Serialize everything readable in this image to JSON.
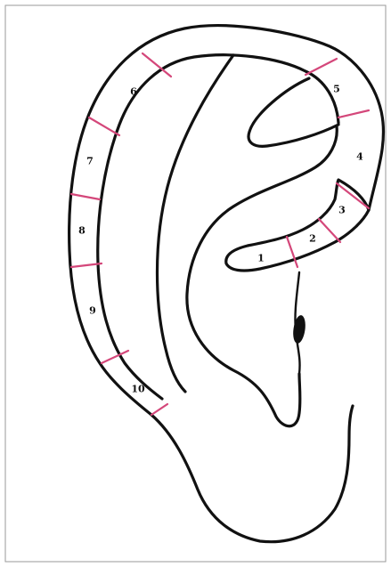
{
  "diagram": {
    "colors": {
      "outline": "#111111",
      "divider": "#d4477a",
      "background": "#ffffff"
    },
    "zones": [
      {
        "label": "1"
      },
      {
        "label": "2"
      },
      {
        "label": "3"
      },
      {
        "label": "4"
      },
      {
        "label": "5"
      },
      {
        "label": "6"
      },
      {
        "label": "7"
      },
      {
        "label": "8"
      },
      {
        "label": "9"
      },
      {
        "label": "10"
      }
    ]
  }
}
